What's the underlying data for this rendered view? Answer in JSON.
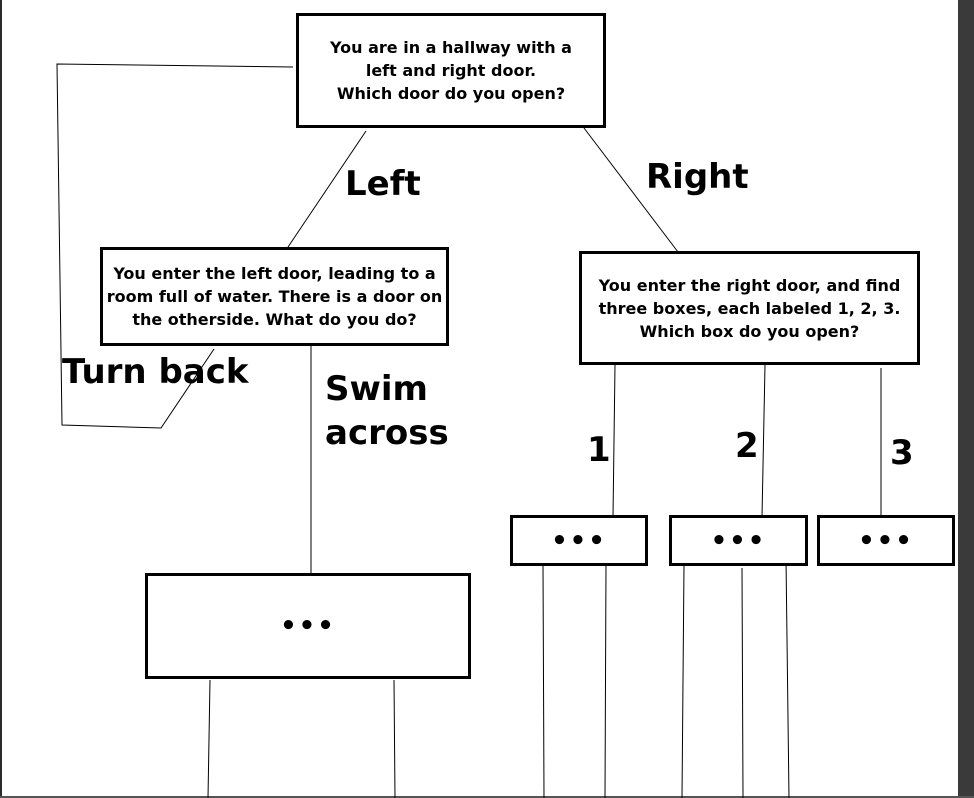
{
  "nodes": {
    "hallway": "You are in a hallway with a\nleft and right door.\nWhich door do you open?",
    "left_room": "You enter the left door, leading to a\nroom full of water. There is a door on\nthe otherside. What do you do?",
    "right_room": "You enter the right door, and find\nthree boxes, each labeled 1, 2, 3.\nWhich box do you open?",
    "swim_result": "•••",
    "box_1": "•••",
    "box_2": "•••",
    "box_3": "•••"
  },
  "edges": {
    "left": "Left",
    "right": "Right",
    "turn_back": "Turn back",
    "swim_across": "Swim\nacross",
    "box_1": "1",
    "box_2": "2",
    "box_3": "3"
  }
}
